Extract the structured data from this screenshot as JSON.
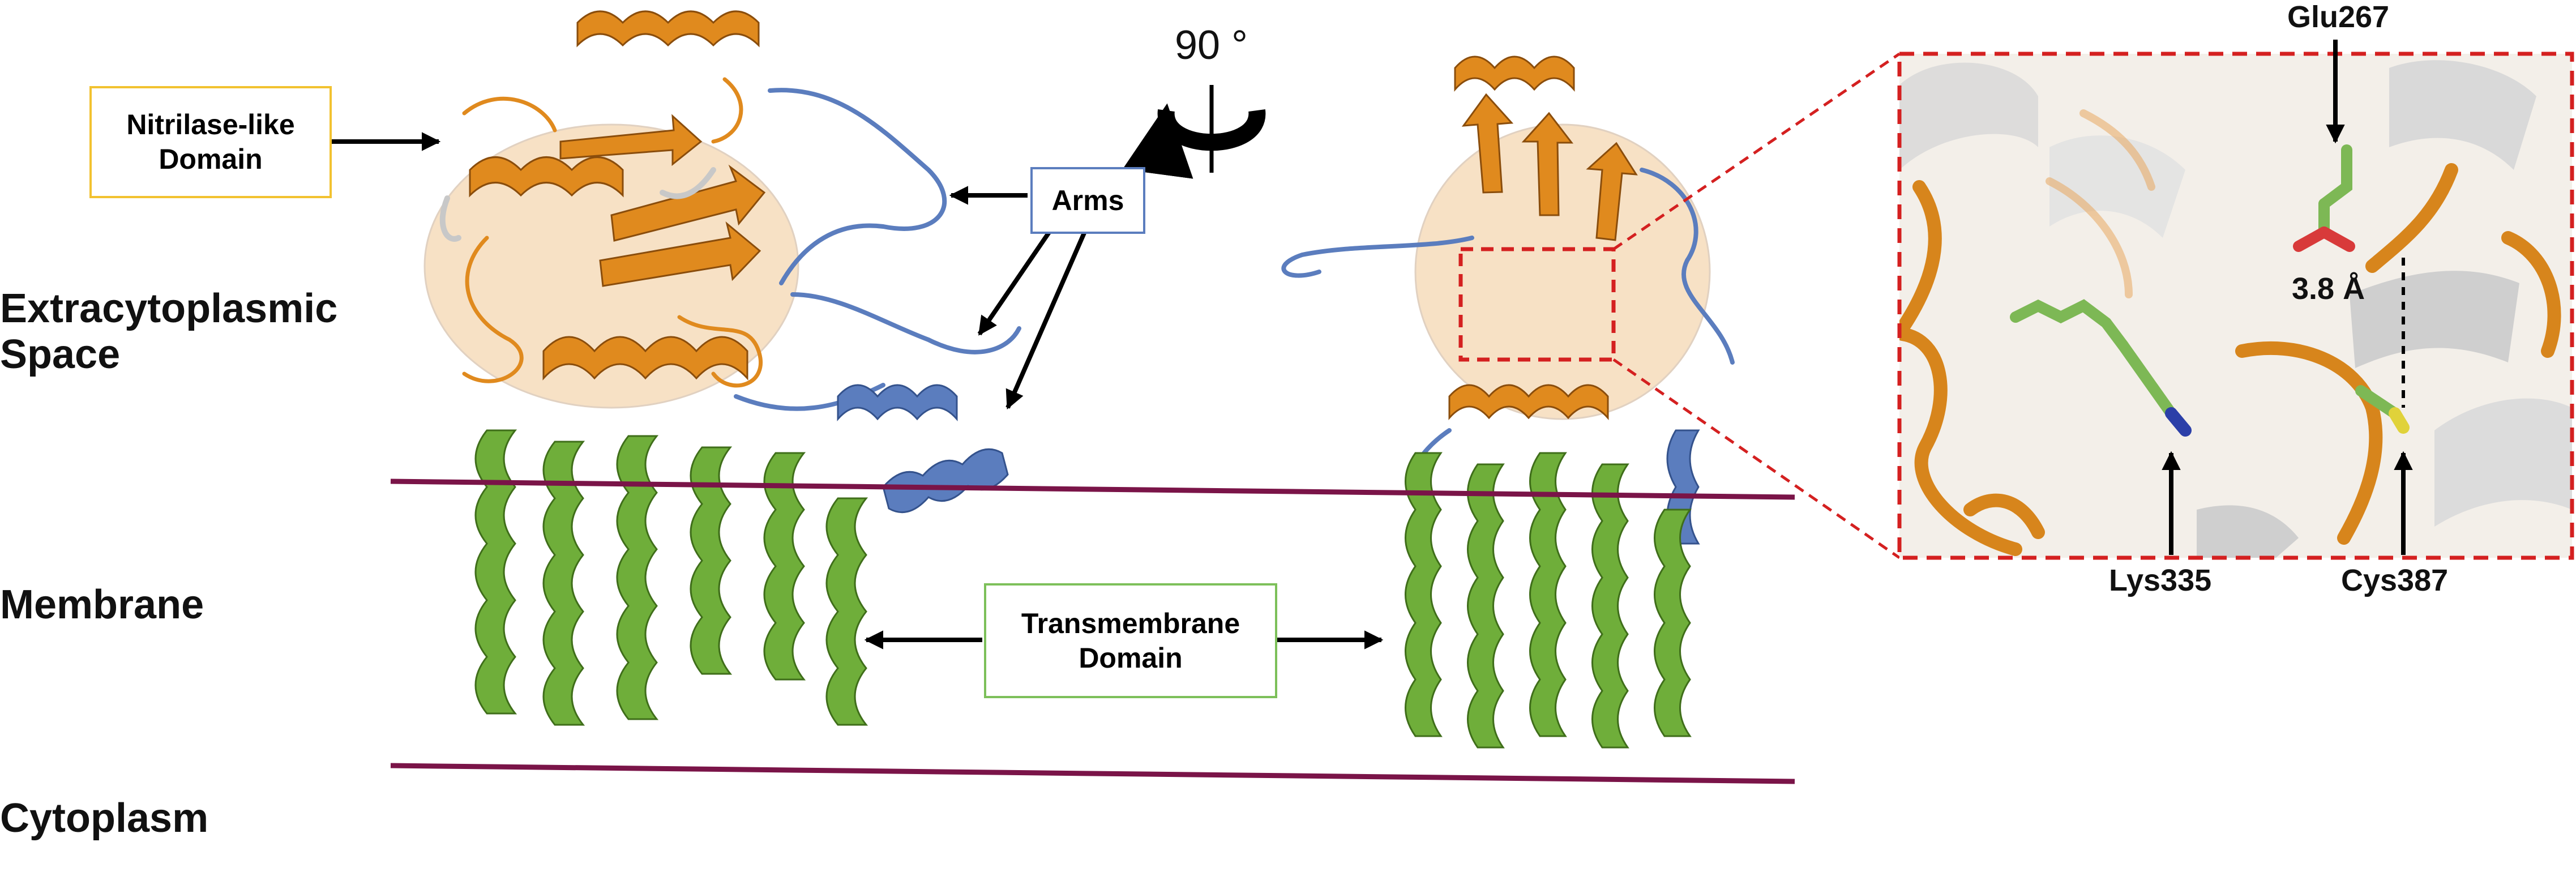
{
  "labels": {
    "region_extracytoplasmic_line1": "Extracytoplasmic",
    "region_extracytoplasmic_line2": "Space",
    "region_membrane": "Membrane",
    "region_cytoplasm": "Cytoplasm",
    "nitrilase_line1": "Nitrilase-like",
    "nitrilase_line2": "Domain",
    "arms": "Arms",
    "transmembrane_line1": "Transmembrane",
    "transmembrane_line2": "Domain",
    "rotation": "90 °",
    "glu": "Glu267",
    "lys": "Lys335",
    "cys": "Cys387",
    "distance": "3.8 Å"
  },
  "colors": {
    "nitrilase_domain": "#E08A1E",
    "arms": "#5B7DBE",
    "transmembrane_domain": "#6FAE3A",
    "loop_gray": "#C8C8C8",
    "membrane_line": "#7A1448",
    "inset_dash": "#D42020",
    "nitrilase_box_border": "#F2C230",
    "arms_box_border": "#5B7DBE",
    "transmembrane_box_border": "#7DC05A",
    "nitrogen": "#2B3FA8",
    "oxygen": "#D83A3A",
    "sulfur": "#E0D23A"
  }
}
